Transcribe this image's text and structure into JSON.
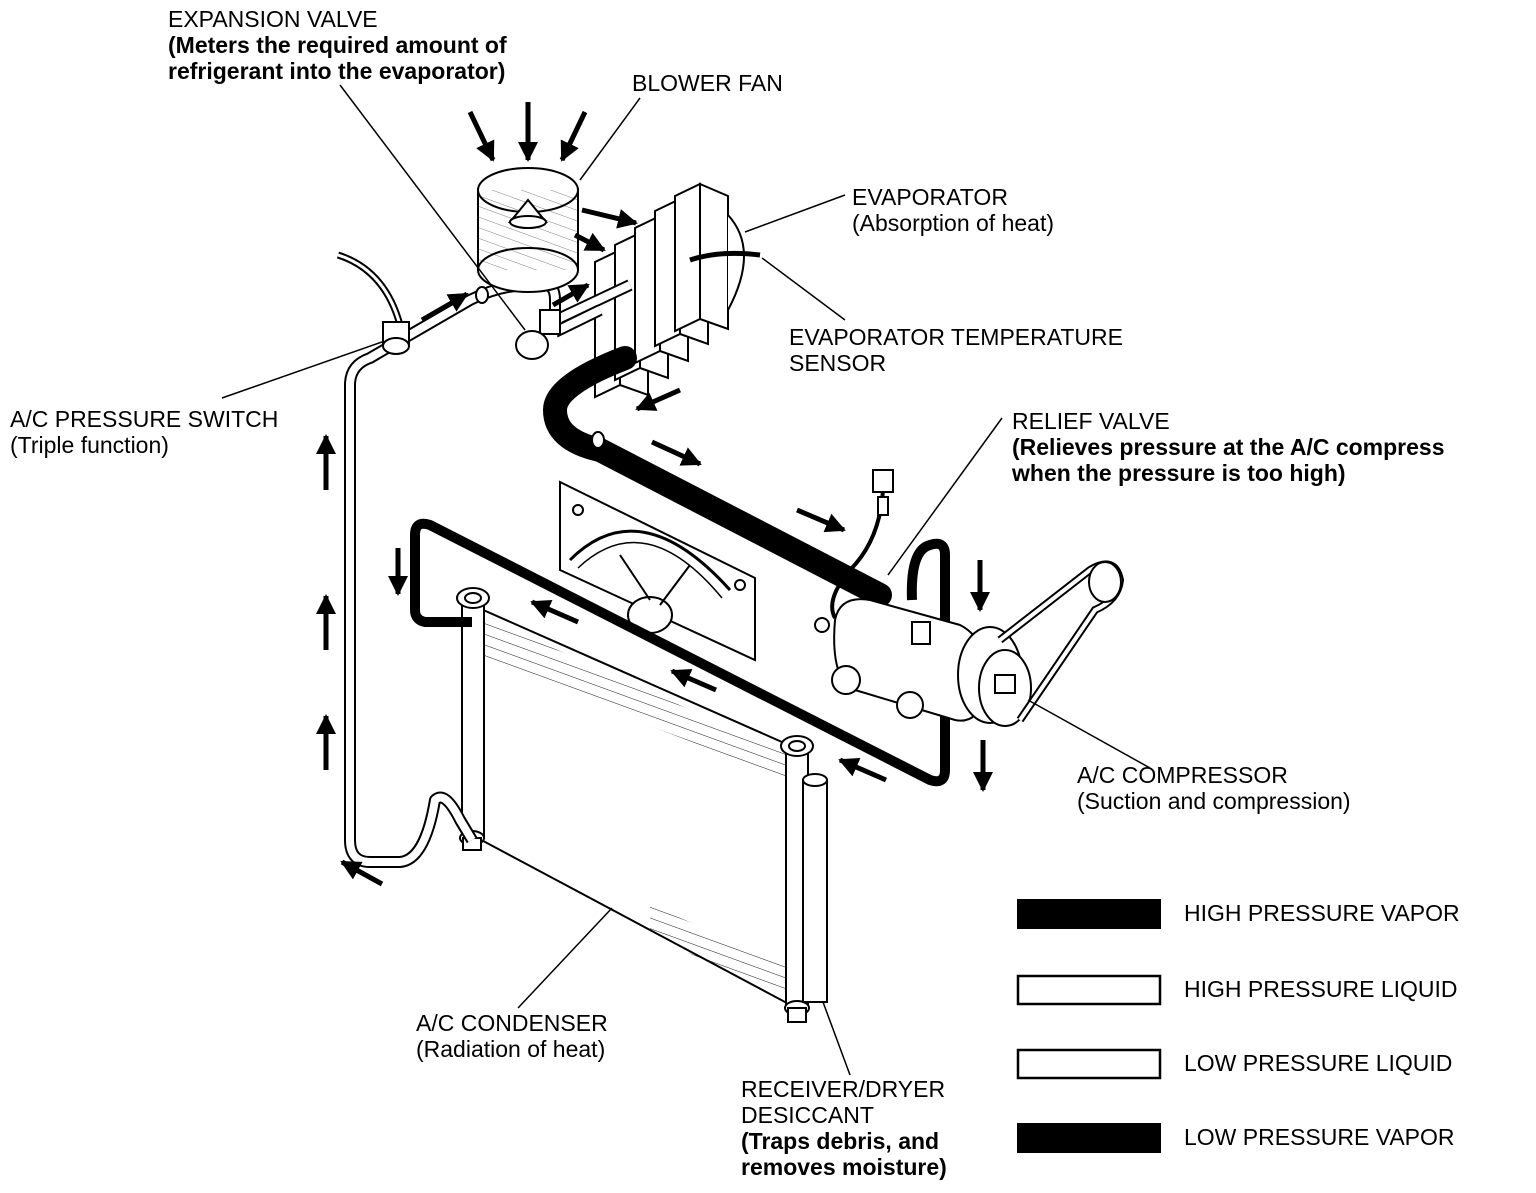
{
  "labels": {
    "expansion_valve": {
      "title": "EXPANSION VALVE",
      "line2": "(Meters the required amount of",
      "line3": "refrigerant into the evaporator)"
    },
    "blower_fan": {
      "title": "BLOWER FAN"
    },
    "evaporator": {
      "title": "EVAPORATOR",
      "line2": "(Absorption of heat)"
    },
    "evaporator_temp_sensor": {
      "title": "EVAPORATOR TEMPERATURE",
      "line2": "SENSOR"
    },
    "ac_pressure_switch": {
      "title": "A/C PRESSURE SWITCH",
      "line2": "(Triple function)"
    },
    "relief_valve": {
      "title": "RELIEF VALVE",
      "line2": "(Relieves pressure at the A/C compress",
      "line3": "when the pressure is too high)"
    },
    "ac_compressor": {
      "title": "A/C COMPRESSOR",
      "line2": "(Suction and compression)"
    },
    "ac_condenser": {
      "title": "A/C CONDENSER",
      "line2": "(Radiation of heat)"
    },
    "receiver_dryer": {
      "title": "RECEIVER/DRYER",
      "line2": "DESICCANT",
      "line3": "(Traps debris, and",
      "line4": "removes moisture)"
    }
  },
  "legend": [
    {
      "label": "HIGH PRESSURE VAPOR",
      "swatch": "solid",
      "color": "#000000"
    },
    {
      "label": "HIGH PRESSURE LIQUID",
      "swatch": "outline",
      "color": "#ffffff"
    },
    {
      "label": "LOW PRESSURE LIQUID",
      "swatch": "outline",
      "color": "#ffffff"
    },
    {
      "label": "LOW PRESSURE VAPOR",
      "swatch": "solid",
      "color": "#000000"
    }
  ]
}
